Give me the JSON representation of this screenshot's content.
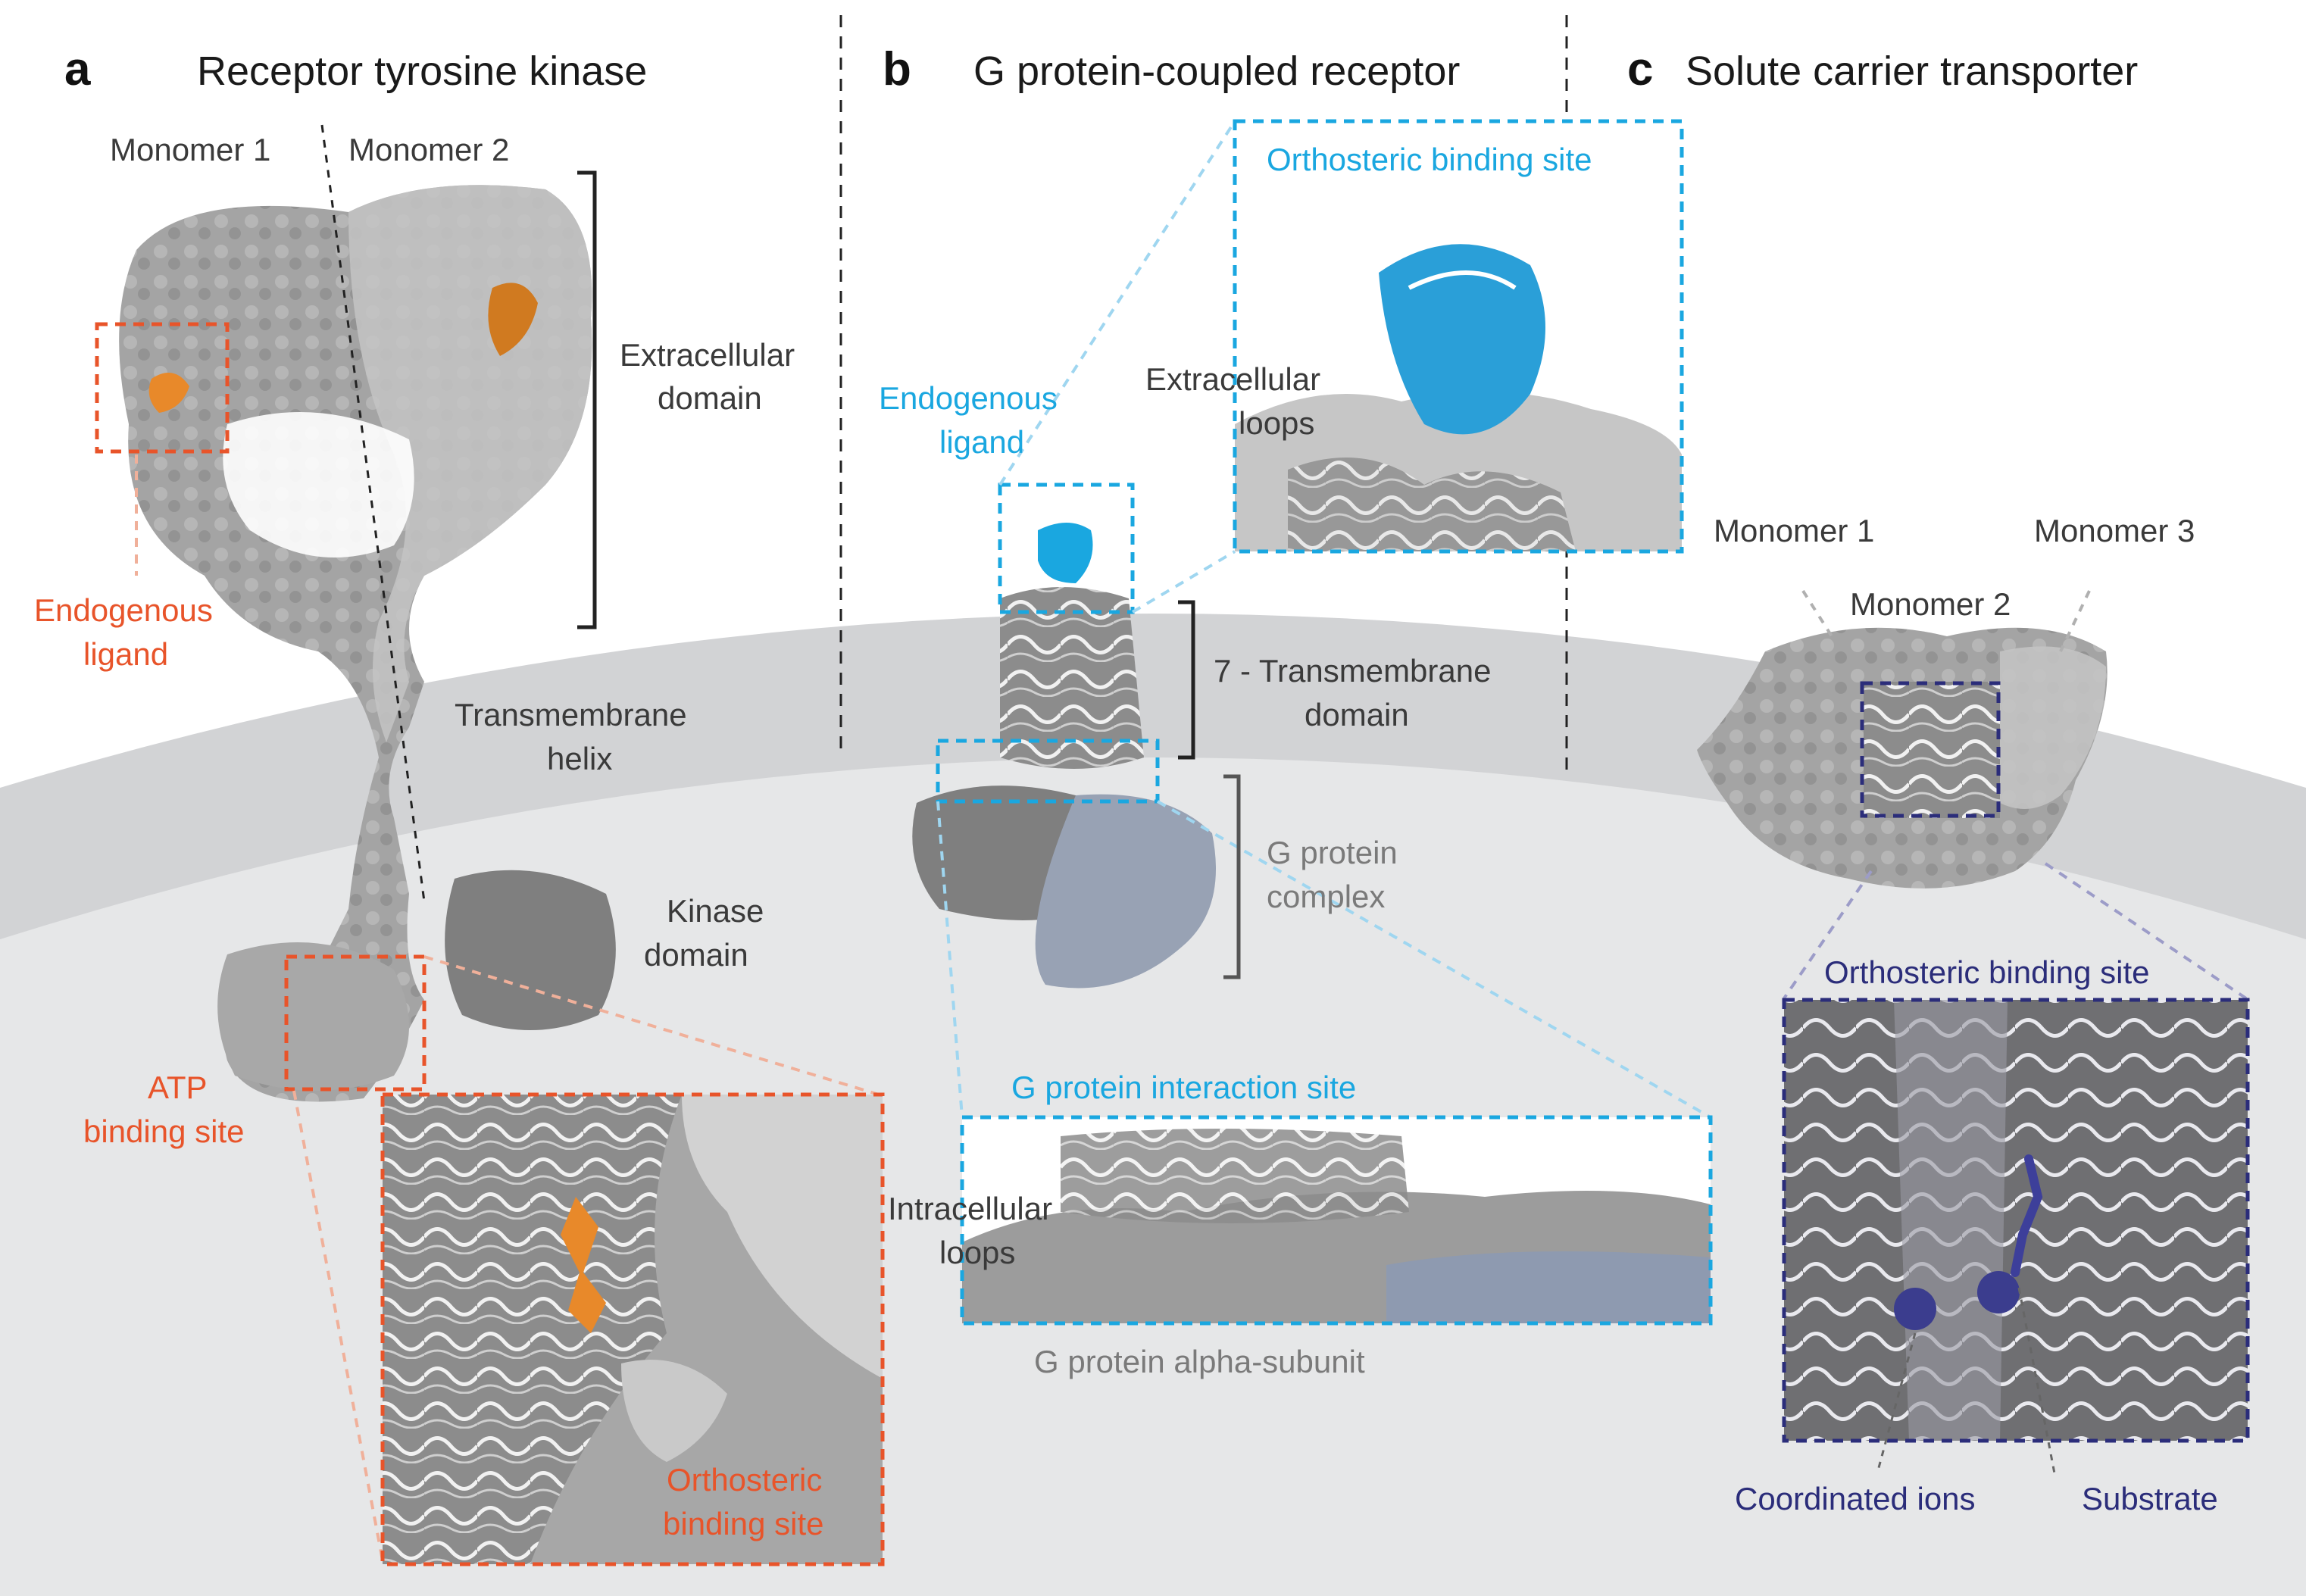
{
  "colors": {
    "orange": "#e8542a",
    "cyan": "#1aa7e0",
    "navy": "#2b2d7a",
    "protein_gray": "#9a9a9a",
    "membrane": "#d2d3d5",
    "cytoplasm": "#e6e7e8"
  },
  "panel_a": {
    "letter": "a",
    "title": "Receptor tyrosine kinase",
    "monomer1": "Monomer 1",
    "monomer2": "Monomer 2",
    "extracellular_line1": "Extracellular",
    "extracellular_line2": "domain",
    "ligand_line1": "Endogenous",
    "ligand_line2": "ligand",
    "tm_line1": "Transmembrane",
    "tm_line2": "helix",
    "kinase_line1": "Kinase",
    "kinase_line2": "domain",
    "atp_line1": "ATP",
    "atp_line2": "binding site",
    "ortho_line1": "Orthosteric",
    "ortho_line2": "binding site"
  },
  "panel_b": {
    "letter": "b",
    "title": "G protein-coupled receptor",
    "ortho_title": "Orthosteric binding site",
    "ligand_line1": "Endogenous",
    "ligand_line2": "ligand",
    "ecl_line1": "Extracellular",
    "ecl_line2": "loops",
    "tm_line1": "7 - Transmembrane",
    "tm_line2": "domain",
    "gp_line1": "G protein",
    "gp_line2": "complex",
    "interaction_title": "G protein interaction site",
    "icl_line1": "Intracellular",
    "icl_line2": "loops",
    "alpha": "G protein alpha-subunit"
  },
  "panel_c": {
    "letter": "c",
    "title": "Solute carrier transporter",
    "monomer1": "Monomer 1",
    "monomer2": "Monomer 2",
    "monomer3": "Monomer 3",
    "ortho_title": "Orthosteric binding site",
    "ions": "Coordinated ions",
    "substrate": "Substrate"
  }
}
